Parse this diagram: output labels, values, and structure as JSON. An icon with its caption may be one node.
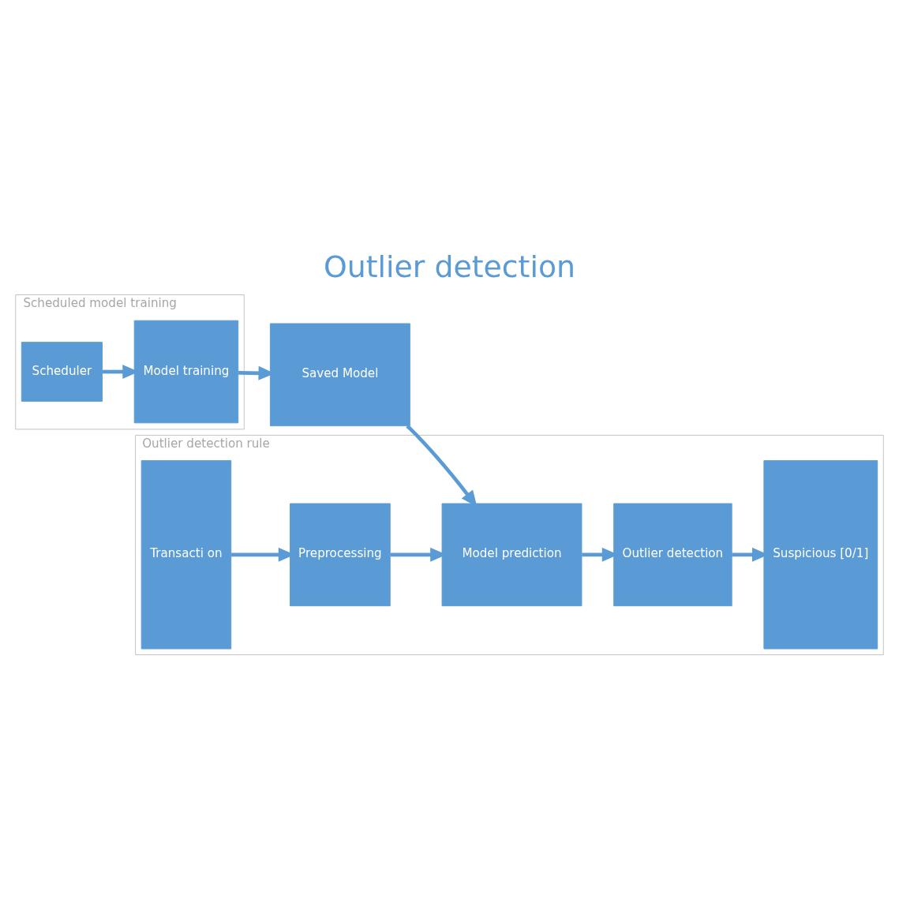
{
  "diagram": {
    "title": "Outlier detection",
    "nodes": [
      {
        "text": [
          "Scheduled model training"
        ]
      },
      {
        "text": [
          "Scheduler"
        ],
        "in": 0
      },
      {
        "text": [
          "Model training"
        ],
        "in": 0
      },
      {
        "text": [
          "Saved Model"
        ]
      },
      {
        "text": [
          "Outlier detection rule"
        ]
      },
      {
        "text": [
          "Transacti on"
        ],
        "in": 4
      },
      {
        "text": [
          "Preprocessing"
        ],
        "in": 4
      },
      {
        "text": [
          "Model prediction"
        ],
        "in": 4
      },
      {
        "text": [
          "Outlier detection"
        ],
        "in": 4
      },
      {
        "text": [
          "Suspicious [0/1]"
        ],
        "in": 4
      }
    ],
    "edges": [
      {
        "from": 1,
        "to": 2,
        "arrow": "to"
      },
      {
        "from": 2,
        "to": 3,
        "arrow": "to"
      },
      {
        "from": 3,
        "to": 7,
        "arrow": "to"
      },
      {
        "from": 5,
        "to": 6,
        "arrow": "to"
      },
      {
        "from": 6,
        "to": 7,
        "arrow": "to"
      },
      {
        "from": 7,
        "to": 8,
        "arrow": "to"
      },
      {
        "from": 8,
        "to": 9,
        "arrow": "to"
      }
    ]
  }
}
